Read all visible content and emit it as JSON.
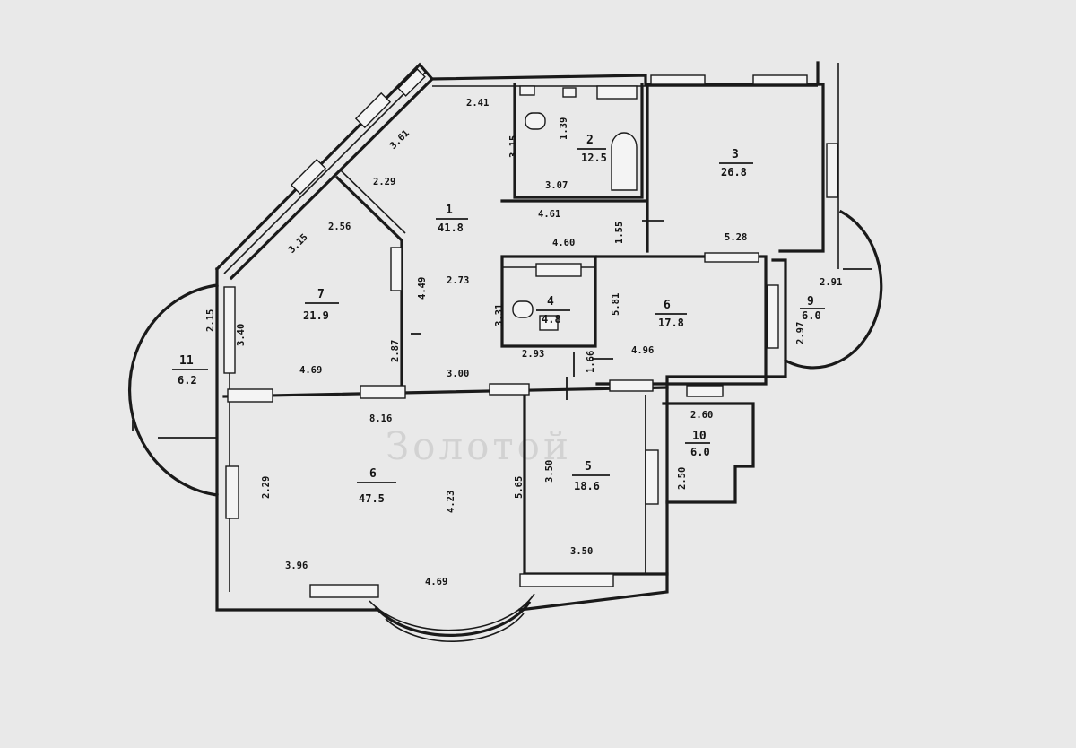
{
  "watermark": "Золотой",
  "rooms": [
    {
      "id": "1",
      "number": "1",
      "area": "41.8"
    },
    {
      "id": "2",
      "number": "2",
      "area": "12.5"
    },
    {
      "id": "3",
      "number": "3",
      "area": "26.8"
    },
    {
      "id": "4",
      "number": "4",
      "area": "4.8"
    },
    {
      "id": "5",
      "number": "5",
      "area": "18.6"
    },
    {
      "id": "6",
      "number": "6",
      "area": "47.5"
    },
    {
      "id": "7",
      "number": "7",
      "area": "21.9"
    },
    {
      "id": "8",
      "number": "6",
      "area": "17.8"
    },
    {
      "id": "9",
      "number": "9",
      "area": "6.0"
    },
    {
      "id": "10",
      "number": "10",
      "area": "6.0"
    },
    {
      "id": "11",
      "number": "11",
      "area": "6.2"
    }
  ],
  "dimensions": [
    "2.41",
    "3.61",
    "2.29",
    "3.15",
    "1.39",
    "3.07",
    "4.61",
    "4.60",
    "1.55",
    "5.28",
    "2.91",
    "2.56",
    "3.40",
    "4.69",
    "2.87",
    "2.73",
    "3.31",
    "2.93",
    "5.81",
    "4.96",
    "1.66",
    "3.00",
    "8.16",
    "2.60",
    "2.50",
    "3.96",
    "4.69",
    "3.50",
    "2.29",
    "3.50",
    "5.65",
    "3.15",
    "2.15",
    "4.49",
    "4.23",
    "2.97"
  ]
}
